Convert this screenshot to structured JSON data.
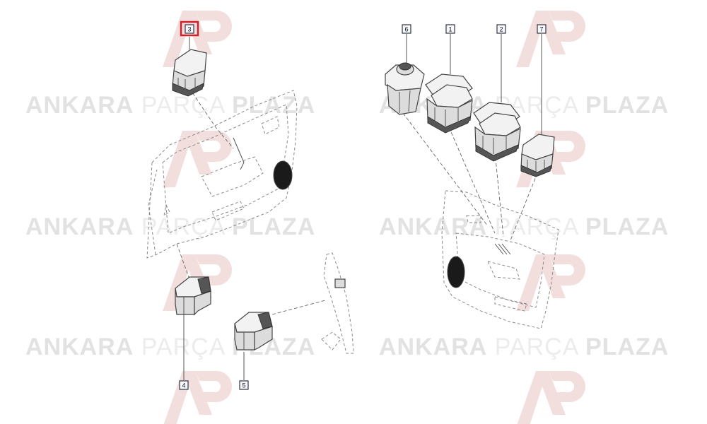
{
  "watermark": {
    "bold1": "ANKARA",
    "light": "PARÇA",
    "bold2": "PLAZA"
  },
  "callouts": [
    {
      "label": "3",
      "highlighted": true
    },
    {
      "label": "6",
      "highlighted": false
    },
    {
      "label": "1",
      "highlighted": false
    },
    {
      "label": "2",
      "highlighted": false
    },
    {
      "label": "7",
      "highlighted": false
    },
    {
      "label": "4",
      "highlighted": false
    },
    {
      "label": "5",
      "highlighted": false
    }
  ],
  "colors": {
    "highlight": "#d0202a",
    "watermark": "#e2e2e2"
  }
}
